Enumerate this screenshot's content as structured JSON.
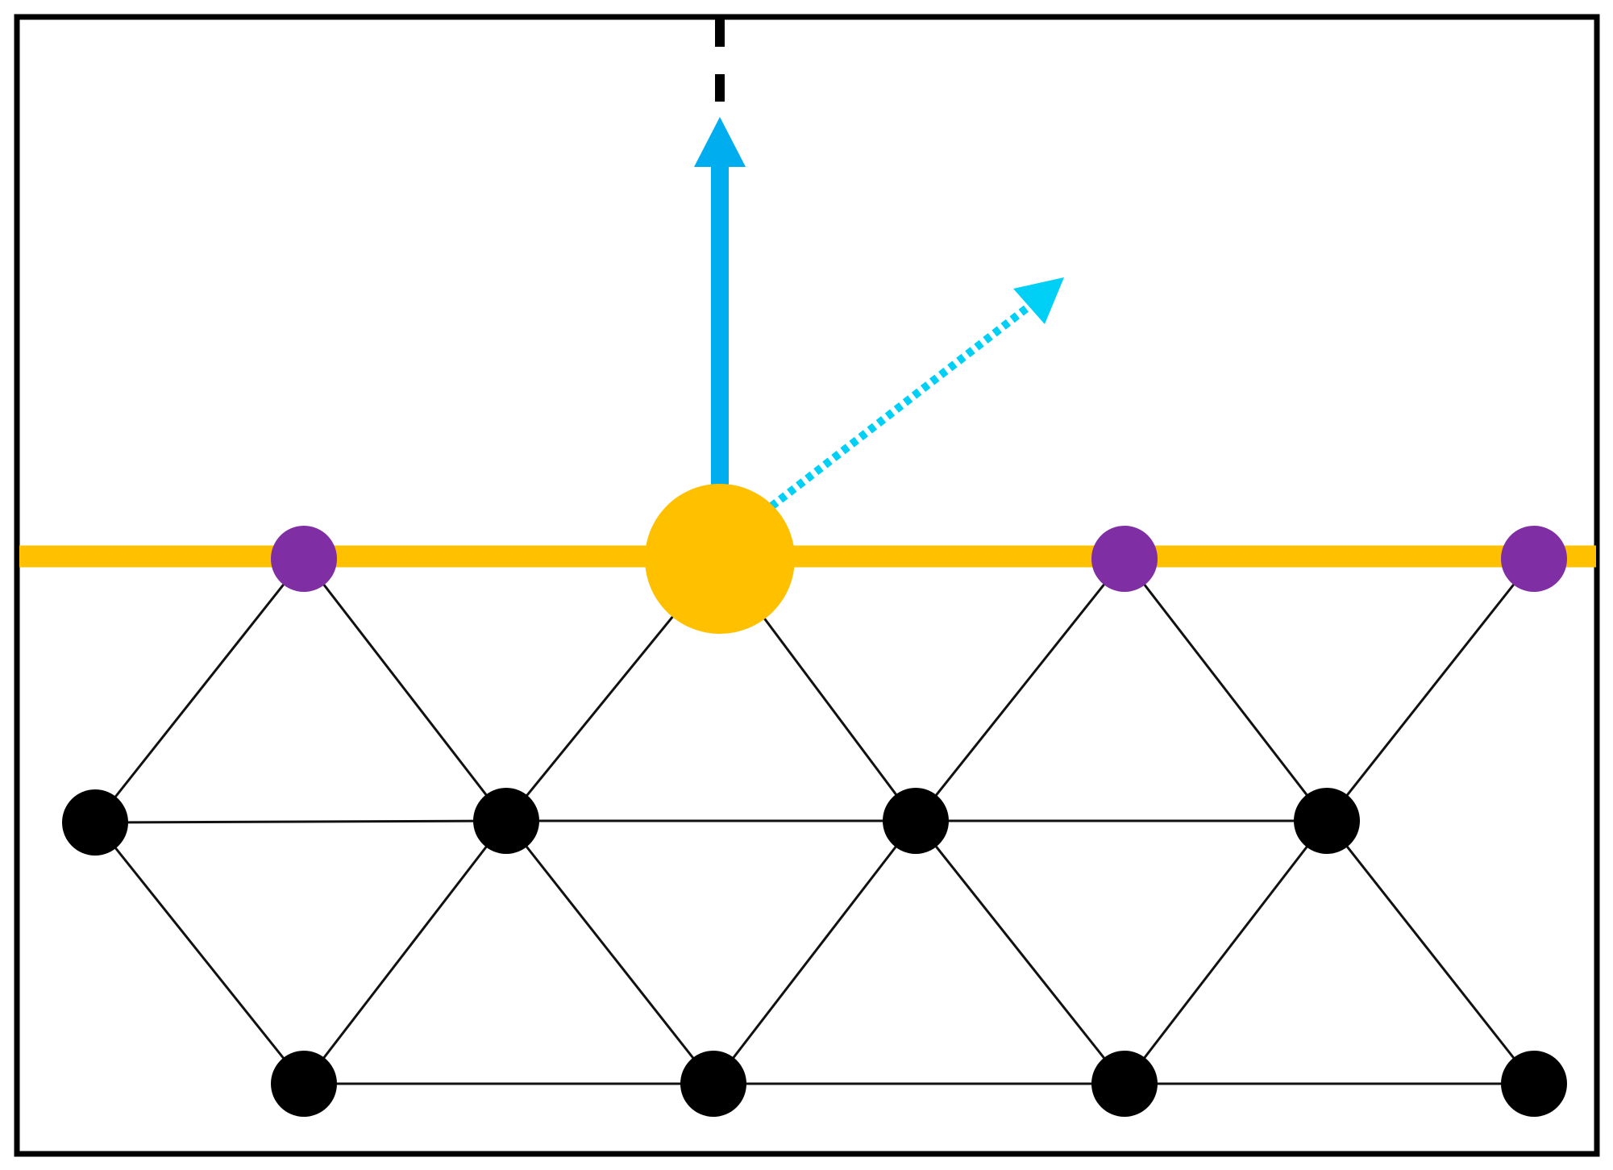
{
  "diagram": {
    "type": "lattice-surface-diagram",
    "colors": {
      "frame": "#000000",
      "surface_line": "#FFC000",
      "adsorbate": "#FFC000",
      "surface_atom": "#7F2EA3",
      "bulk_atom": "#000000",
      "bond": "#111111",
      "normal_arrow": "#00AEEF",
      "tilted_arrow": "#00D0F5",
      "dashed_axis": "#000000"
    },
    "icons": {
      "normal_arrow": "solid-up-arrow",
      "tilted_arrow": "dotted-diagonal-arrow",
      "dashed_axis": "dashed-vertical-line"
    },
    "counts": {
      "surface_atoms": 3,
      "bulk_atoms": 8,
      "adsorbates": 1
    }
  }
}
